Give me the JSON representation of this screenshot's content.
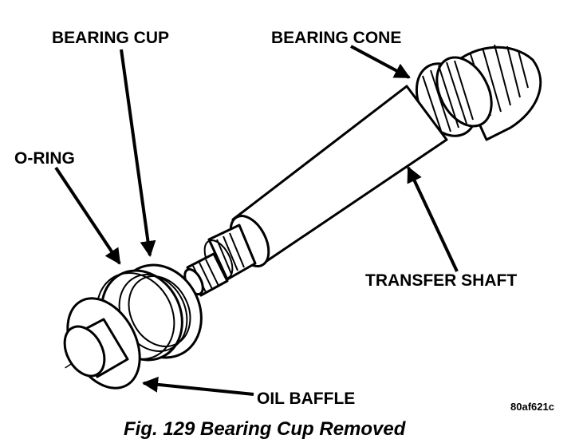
{
  "labels": {
    "bearing_cup": "BEARING CUP",
    "bearing_cone": "BEARING CONE",
    "o_ring": "O-RING",
    "transfer_shaft": "TRANSFER SHAFT",
    "oil_baffle": "OIL BAFFLE"
  },
  "figure_code": "80af621c",
  "caption": "Fig. 129 Bearing Cup Removed",
  "icons": [
    "gear-icon",
    "bearing-icon",
    "shaft-icon",
    "ring-icon",
    "baffle-icon",
    "arrow-icon"
  ],
  "colors": {
    "ink": "#000000",
    "paper": "#ffffff"
  }
}
